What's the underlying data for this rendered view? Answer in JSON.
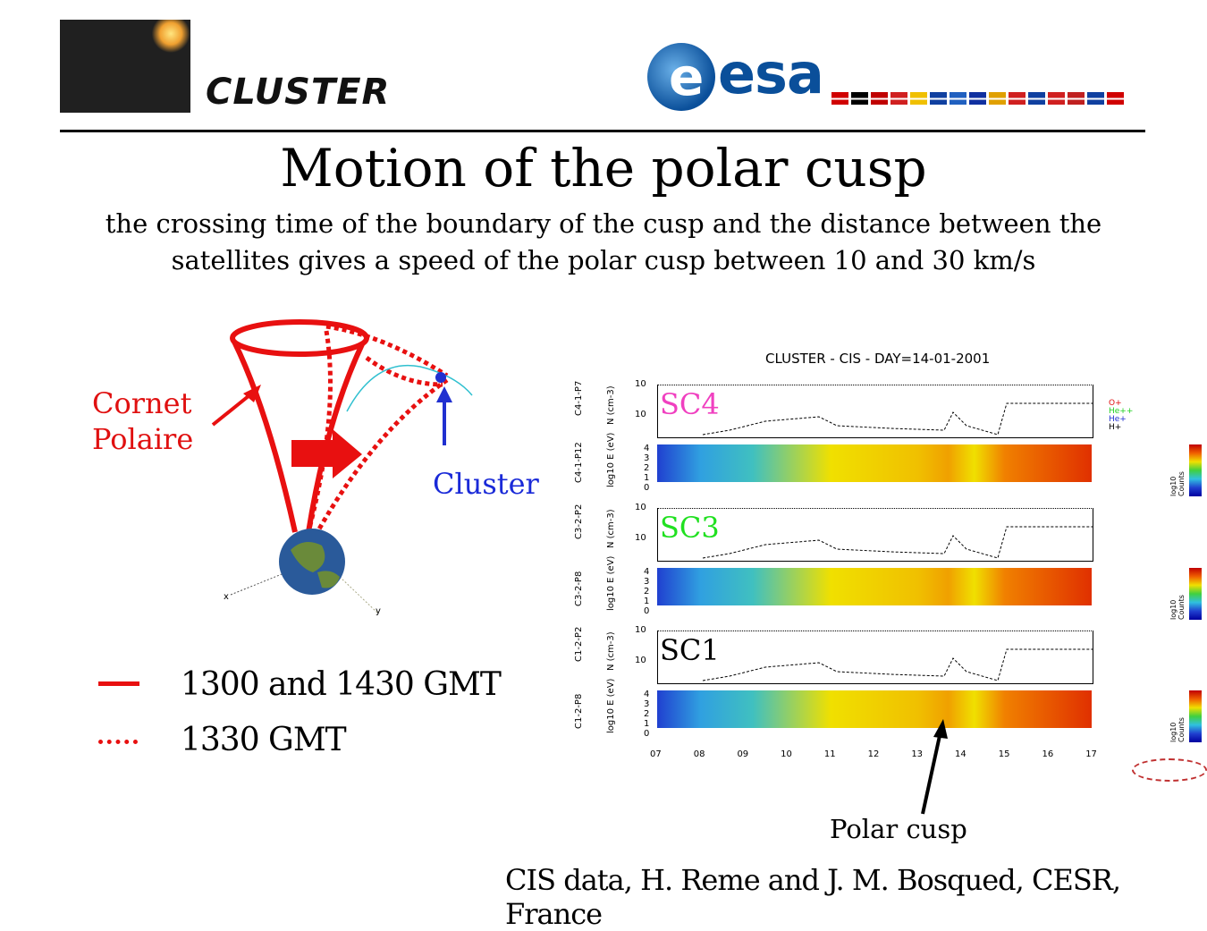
{
  "header": {
    "logo_text": "CLUSTER",
    "agency_logo": "esa",
    "flag_colors": [
      "#d00000",
      "#000000",
      "#c00000",
      "#d02020",
      "#f0c000",
      "#1040a0",
      "#2060c0",
      "#1030a0",
      "#e0a000",
      "#d02020",
      "#1040a0",
      "#d02020",
      "#c02020",
      "#1040a0",
      "#d00000"
    ]
  },
  "title": "Motion of the polar cusp",
  "subtitle": [
    "the crossing time of the boundary of the cusp and the distance between the",
    "satellites gives a speed of the polar cusp between 10 and 30 km/s"
  ],
  "diagram": {
    "cusp_label_1": "Cornet",
    "cusp_label_2": "Polaire",
    "cluster_label": "Cluster",
    "axis_x": "x",
    "axis_y": "y"
  },
  "legend": [
    {
      "style": "solid",
      "label": "1300 and 1430 GMT",
      "color": "#e81010"
    },
    {
      "style": "dotted",
      "label": "1330 GMT",
      "color": "#e81010"
    }
  ],
  "chart": {
    "title": "CLUSTER - CIS - DAY=14-01-2001",
    "spacecraft": [
      {
        "label": "SC4",
        "color": "#f040c0",
        "left_code": "C4-1-P7",
        "spec_code": "C4-1-P12"
      },
      {
        "label": "SC3",
        "color": "#20e020",
        "left_code": "C3-2-P2",
        "spec_code": "C3-2-P8"
      },
      {
        "label": "SC1",
        "color": "#000000",
        "left_code": "C1-2-P2",
        "spec_code": "C1-2-P8"
      }
    ],
    "density_axis": "N (cm-3)",
    "energy_axis": "log10 E (eV)",
    "colorbar_label": "log10 Counts",
    "energy_ticks": [
      "4",
      "3",
      "2",
      "1",
      "0"
    ],
    "density_ticks": [
      "10",
      "10"
    ],
    "species": [
      "O+",
      "He++",
      "He+",
      "H+"
    ],
    "x_ticks": [
      "07",
      "08",
      "09",
      "10",
      "11",
      "12",
      "13",
      "14",
      "15",
      "16",
      "17"
    ],
    "annotation": "Polar cusp"
  },
  "footer": "CIS data, H. Reme and J. M. Bosqued, CESR, France"
}
